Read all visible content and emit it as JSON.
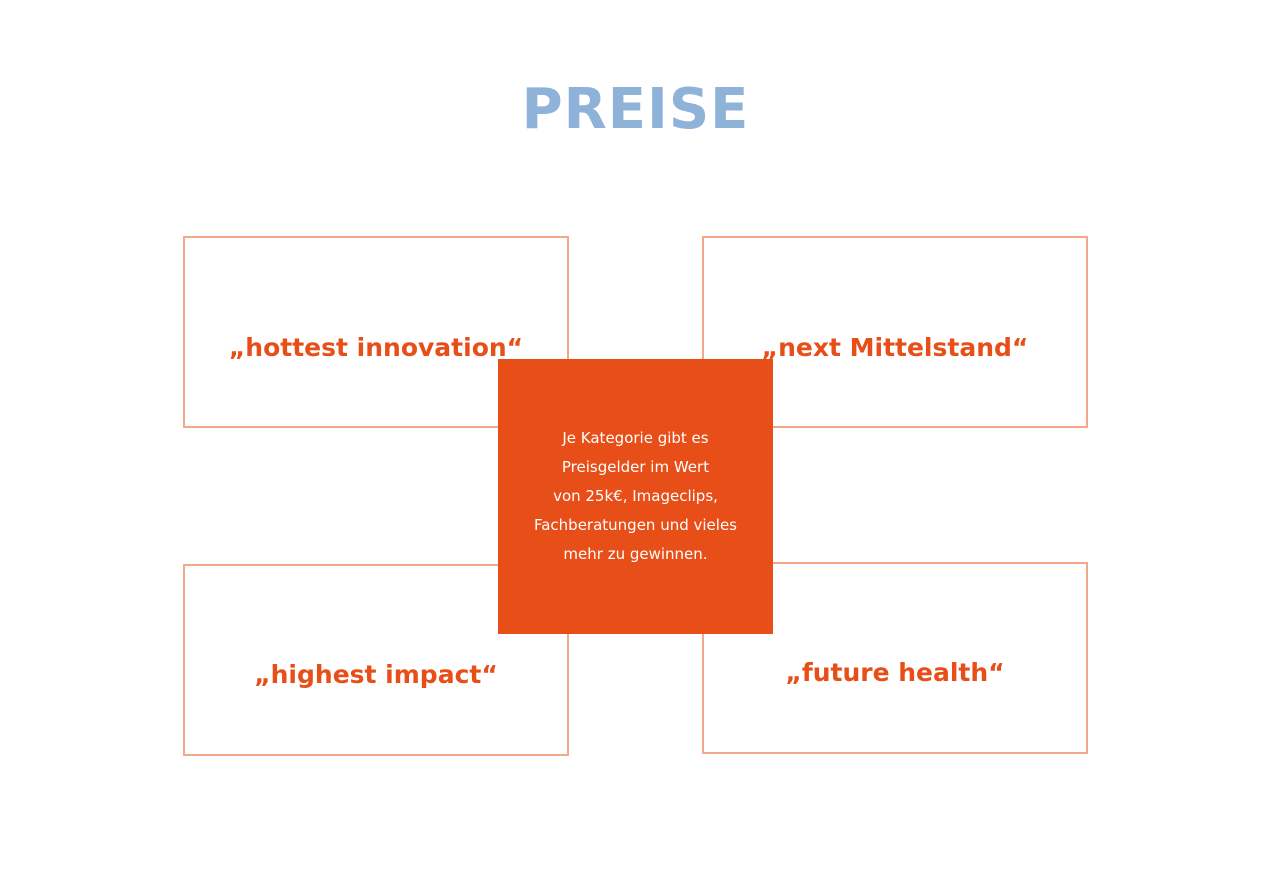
{
  "title": "PREISE",
  "categories": [
    {
      "label": "„hottest innovation“"
    },
    {
      "label": "„next Mittelstand“"
    },
    {
      "label": "„highest impact“"
    },
    {
      "label": "„future health“"
    }
  ],
  "center": {
    "lines": [
      "Je Kategorie gibt es",
      "Preisgelder im Wert",
      "von 25k€, Imageclips,",
      "Fachberatungen und vieles",
      "mehr zu gewinnen."
    ]
  },
  "colors": {
    "title": "#8fb2d9",
    "accent": "#e84e17",
    "border": "#f4a78a"
  }
}
